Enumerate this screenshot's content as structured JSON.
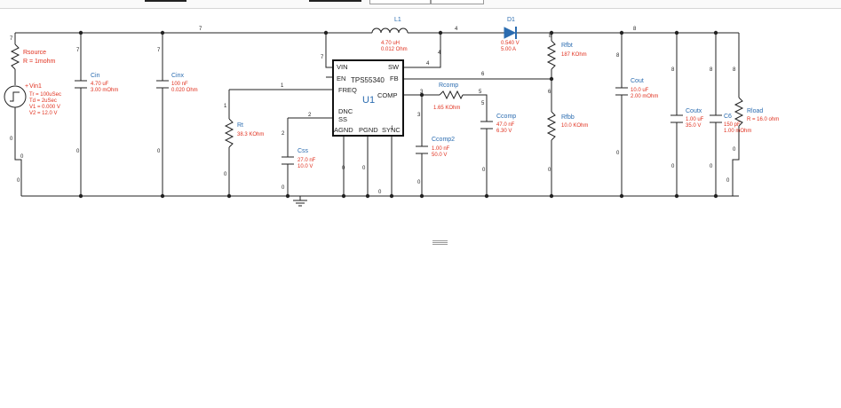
{
  "toolbar": {},
  "nets": {
    "n7": "7",
    "n4": "4",
    "n8": "8",
    "n1": "1",
    "n2": "2",
    "n3": "3",
    "n5": "5",
    "n6": "6",
    "n0": "0"
  },
  "components": {
    "rsource": {
      "name": "Rsource",
      "value": "R = 1mohm"
    },
    "vin1": {
      "name": "Vin1",
      "plus": "+",
      "lines": [
        "Tr = 100uSec",
        "Td = 2uSec",
        "V1 = 0.000 V",
        "V2 = 12.0 V"
      ]
    },
    "cin": {
      "name": "Cin",
      "lines": [
        "4.70 uF",
        "3.00 mOhm"
      ]
    },
    "cinx": {
      "name": "Cinx",
      "lines": [
        "100 nF",
        "0.020 Ohm"
      ]
    },
    "rt": {
      "name": "Rt",
      "value": "38.3 KOhm"
    },
    "css": {
      "name": "Css",
      "lines": [
        "27.0 nF",
        "10.0 V"
      ]
    },
    "l1": {
      "name": "L1",
      "lines": [
        "4.70 uH",
        "0.012 Ohm"
      ]
    },
    "d1": {
      "name": "D1",
      "lines": [
        "0.540 V",
        "5.00 A"
      ]
    },
    "u1": {
      "name": "U1",
      "part": "TPS55340",
      "pins": {
        "vin": "VIN",
        "en": "EN",
        "freq": "FREQ",
        "dnc": "DNC",
        "ss": "SS",
        "agnd": "AGND",
        "pgnd": "PGND",
        "sync": "SYNC",
        "sw": "SW",
        "fb": "FB",
        "comp": "COMP"
      }
    },
    "rcomp": {
      "name": "Rcomp",
      "value": "1.65 KOhm"
    },
    "ccomp": {
      "name": "Ccomp",
      "lines": [
        "47.0 nF",
        "6.30 V"
      ]
    },
    "ccomp2": {
      "name": "Ccomp2",
      "lines": [
        "1.00 nF",
        "50.0 V"
      ]
    },
    "rfbt": {
      "name": "Rfbt",
      "value": "187 KOhm"
    },
    "rfbb": {
      "name": "Rfbb",
      "value": "10.0 KOhm"
    },
    "cout": {
      "name": "Cout",
      "lines": [
        "10.0 uF",
        "2.00 mOhm"
      ]
    },
    "coutx": {
      "name": "Coutx",
      "lines": [
        "1.00 uF",
        "35.0 V"
      ]
    },
    "c6": {
      "name": "C6",
      "lines": [
        "150 pF",
        "1.00 mOhm"
      ]
    },
    "rload": {
      "name": "Rload",
      "value": "R = 16.0 ohm"
    }
  },
  "colors": {
    "wire": "#222222",
    "value": "#e0301e",
    "refdes": "#2b6cb0",
    "part": "#2b6cb0"
  },
  "icons": {
    "ground": "ground-icon",
    "splitter": "splitter-handle-icon"
  }
}
